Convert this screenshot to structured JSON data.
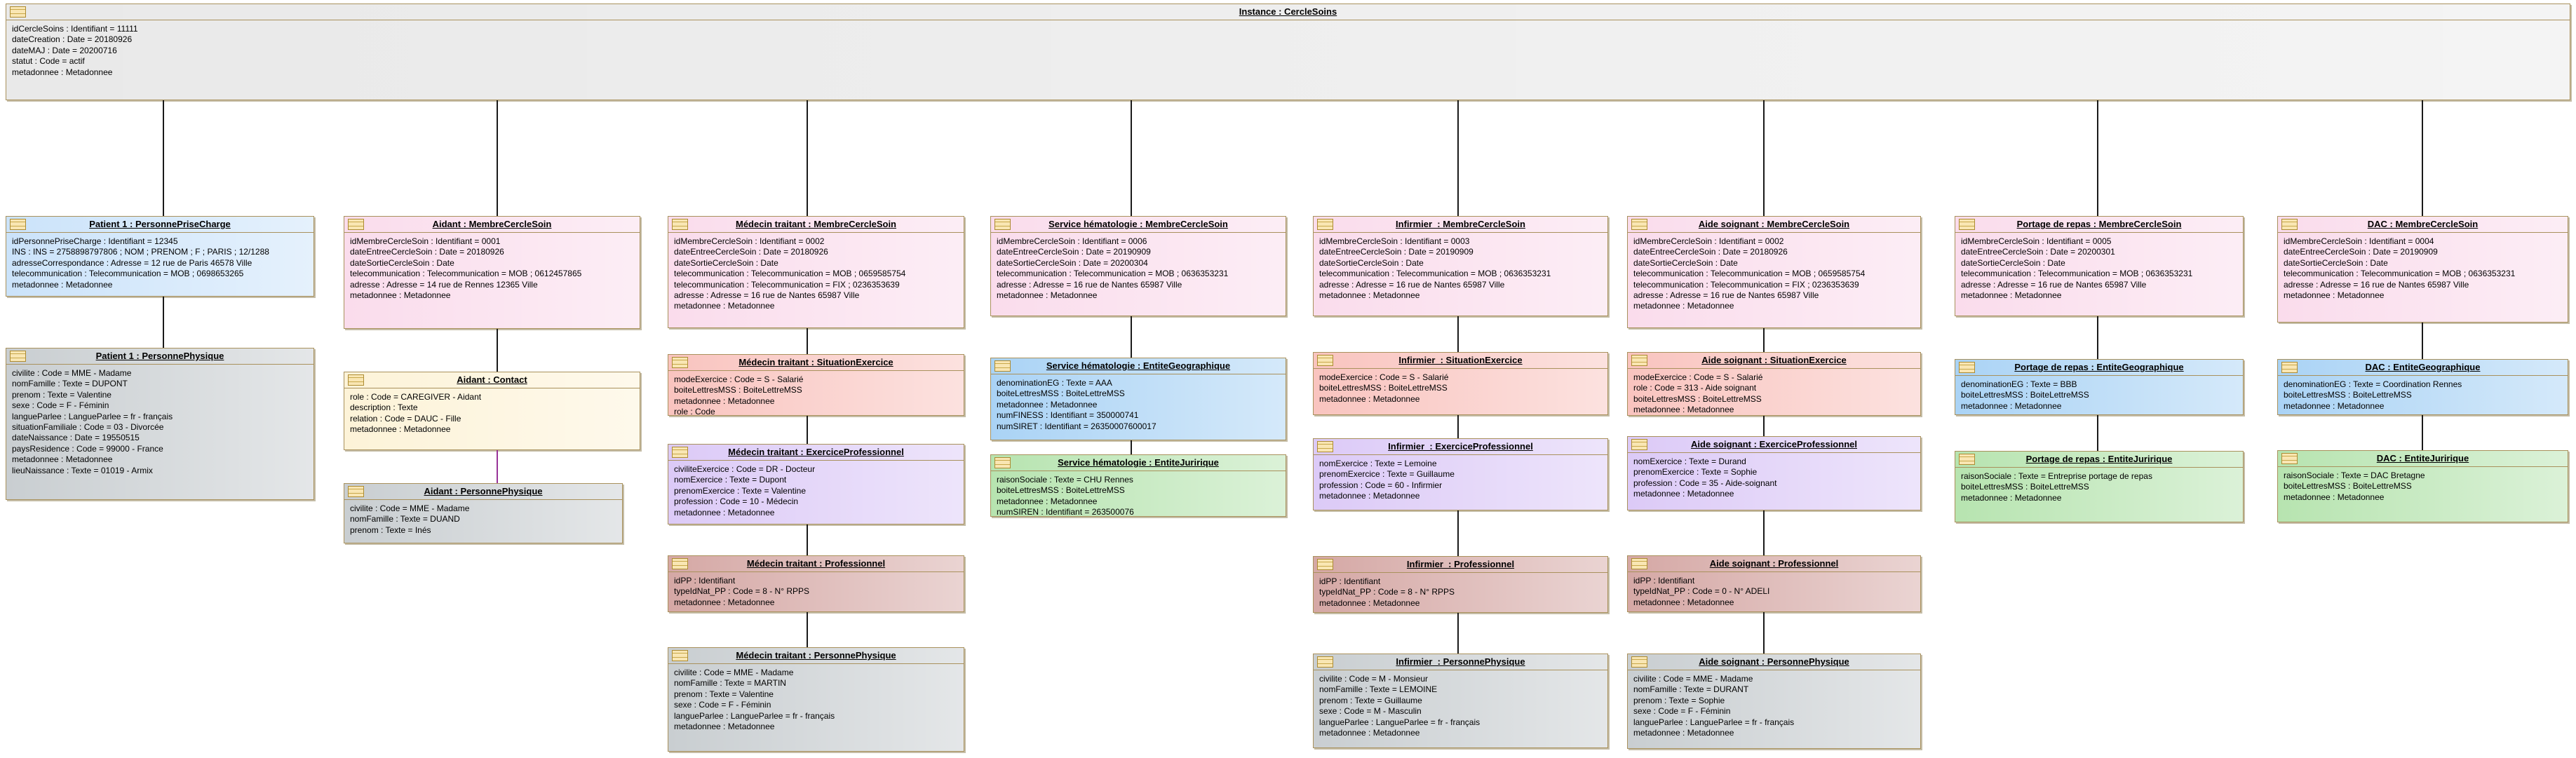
{
  "colors": {
    "canvas_bg": "#ffffff",
    "box_border": "#a9915c",
    "connector": "#1a1a1a",
    "connector_accent": "#993399",
    "icon_fill": "#f9e6b3",
    "icon_border": "#ad8c33",
    "fills": {
      "instance": "#e9e9e9",
      "membre": "#fadcec",
      "prisecharge": "#cbe3fa",
      "pphysique": "#c9ced1",
      "contact": "#fdf3d8",
      "situation": "#f9c4bf",
      "exercicepro": "#dccaf7",
      "professionnel": "#d5a8a5",
      "entitegeo": "#aad3f5",
      "entitejur": "#b7e4b0"
    }
  },
  "diagram": {
    "root": {
      "id": "instance-cerclesoins",
      "kind": "instance",
      "title": "Instance : CercleSoins",
      "attributes": [
        "idCercleSoins : Identifiant = 11111",
        "dateCreation : Date = 20180926",
        "dateMAJ : Date = 20200716",
        "statut : Code = actif",
        "metadonnee : Metadonnee"
      ]
    },
    "columns": [
      {
        "name": "patient",
        "boxes": [
          {
            "id": "patient1-personneprisecharge",
            "kind": "prisecharge",
            "title": "Patient 1 : PersonnePriseCharge",
            "attributes": [
              "idPersonnePriseCharge : Identifiant = 12345",
              "INS : INS = 2758898797806 ; NOM ; PRENOM ; F ; PARIS ; 12/1288",
              "adresseCorrespondance : Adresse = 12 rue de Paris 46578 Ville",
              "telecommunication : Telecommunication = MOB ; 0698653265",
              "metadonnee : Metadonnee"
            ]
          },
          {
            "id": "patient1-personnephysique",
            "kind": "pphysique",
            "title": "Patient 1 : PersonnePhysique",
            "attributes": [
              "civilite : Code = MME - Madame",
              "nomFamille : Texte = DUPONT",
              "prenom : Texte = Valentine",
              "sexe : Code = F - Féminin",
              "langueParlee : LangueParlee = fr - français",
              "situationFamiliale : Code = 03 - Divorcée",
              "dateNaissance : Date = 19550515",
              "paysResidence : Code = 99000 - France",
              "metadonnee : Metadonnee",
              "lieuNaissance : Texte = 01019 - Armix"
            ]
          }
        ]
      },
      {
        "name": "aidant",
        "boxes": [
          {
            "id": "aidant-membrecerclesoin",
            "kind": "membre",
            "title": "Aidant : MembreCercleSoin",
            "attributes": [
              "idMembreCercleSoin : Identifiant = 0001",
              "dateEntreeCercleSoin : Date = 20180926",
              "dateSortieCercleSoin : Date",
              "telecommunication : Telecommunication = MOB ; 0612457865",
              "adresse : Adresse = 14 rue de Rennes 12365 Ville",
              "metadonnee : Metadonnee"
            ]
          },
          {
            "id": "aidant-contact",
            "kind": "contact",
            "title": "Aidant : Contact",
            "attributes": [
              "role : Code = CAREGIVER - Aidant",
              "description : Texte",
              "relation : Code = DAUC - Fille",
              "metadonnee : Metadonnee"
            ]
          },
          {
            "id": "aidant-personnephysique",
            "kind": "pphysique",
            "title": "Aidant : PersonnePhysique",
            "attributes": [
              "civilite : Code = MME - Madame",
              "nomFamille : Texte = DUAND",
              "prenom : Texte = Inés"
            ]
          }
        ]
      },
      {
        "name": "medecin-traitant",
        "boxes": [
          {
            "id": "medecin-membrecerclesoin",
            "kind": "membre",
            "title": "Médecin traitant : MembreCercleSoin",
            "attributes": [
              "idMembreCercleSoin : Identifiant = 0002",
              "dateEntreeCercleSoin : Date = 20180926",
              "dateSortieCercleSoin : Date",
              "telecommunication : Telecommunication = MOB ; 0659585754",
              "telecommunication : Telecommunication = FIX ; 0236353639",
              "adresse : Adresse = 16 rue de Nantes 65987 Ville",
              "metadonnee : Metadonnee"
            ]
          },
          {
            "id": "medecin-situationexercice",
            "kind": "situation",
            "title": "Médecin traitant : SituationExercice",
            "attributes": [
              "modeExercice : Code = S - Salarié",
              "boiteLettresMSS : BoiteLettreMSS",
              "metadonnee : Metadonnee",
              "role : Code"
            ]
          },
          {
            "id": "medecin-exerciceprofessionnel",
            "kind": "exercicepro",
            "title": "Médecin traitant : ExerciceProfessionnel",
            "attributes": [
              "civiliteExercice : Code = DR - Docteur",
              "nomExercice : Texte = Dupont",
              "prenomExercice : Texte = Valentine",
              "profession : Code = 10 - Médecin",
              "metadonnee : Metadonnee"
            ]
          },
          {
            "id": "medecin-professionnel",
            "kind": "professionnel",
            "title": "Médecin traitant : Professionnel",
            "attributes": [
              "idPP : Identifiant",
              "typeIdNat_PP : Code = 8 - N° RPPS",
              "metadonnee : Metadonnee"
            ]
          },
          {
            "id": "medecin-personnephysique",
            "kind": "pphysique",
            "title": "Médecin traitant : PersonnePhysique",
            "attributes": [
              "civilite : Code = MME - Madame",
              "nomFamille : Texte = MARTIN",
              "prenom : Texte = Valentine",
              "sexe : Code = F - Féminin",
              "langueParlee : LangueParlee = fr - français",
              "metadonnee : Metadonnee"
            ]
          }
        ]
      },
      {
        "name": "service-hematologie",
        "boxes": [
          {
            "id": "service-hematologie-membrecerclesoin",
            "kind": "membre",
            "title": "Service hématologie : MembreCercleSoin",
            "attributes": [
              "idMembreCercleSoin : Identifiant = 0006",
              "dateEntreeCercleSoin : Date = 20190909",
              "dateSortieCercleSoin : Date = 20200304",
              "telecommunication : Telecommunication = MOB ; 0636353231",
              "adresse : Adresse = 16 rue de Nantes 65987 Ville",
              "metadonnee : Metadonnee"
            ]
          },
          {
            "id": "service-hematologie-entitegeographique",
            "kind": "entitegeo",
            "title": "Service hématologie : EntiteGeographique",
            "attributes": [
              "denominationEG : Texte = AAA",
              "boiteLettresMSS : BoiteLettreMSS",
              "metadonnee : Metadonnee",
              "numFINESS : Identifiant = 350000741",
              "numSIRET : Identifiant = 26350007600017"
            ]
          },
          {
            "id": "service-hematologie-entitejuririque",
            "kind": "entitejur",
            "title": "Service hématologie : EntiteJuririque",
            "attributes": [
              "raisonSociale : Texte = CHU Rennes",
              "boiteLettresMSS : BoiteLettreMSS",
              "metadonnee : Metadonnee",
              "numSIREN : Identifiant = 263500076"
            ]
          }
        ]
      },
      {
        "name": "infirmier",
        "boxes": [
          {
            "id": "infirmier-membrecerclesoin",
            "kind": "membre",
            "title": "Infirmier  : MembreCercleSoin",
            "attributes": [
              "idMembreCercleSoin : Identifiant = 0003",
              "dateEntreeCercleSoin : Date = 20190909",
              "dateSortieCercleSoin : Date",
              "telecommunication : Telecommunication = MOB ; 0636353231",
              "adresse : Adresse = 16 rue de Nantes 65987 Ville",
              "metadonnee : Metadonnee"
            ]
          },
          {
            "id": "infirmier-situationexercice",
            "kind": "situation",
            "title": "Infirmier  : SituationExercice",
            "attributes": [
              "modeExercice : Code = S - Salarié",
              "boiteLettresMSS : BoiteLettreMSS",
              "metadonnee : Metadonnee"
            ]
          },
          {
            "id": "infirmier-exerciceprofessionnel",
            "kind": "exercicepro",
            "title": "Infirmier  : ExerciceProfessionnel",
            "attributes": [
              "nomExercice : Texte = Lemoine",
              "prenomExercice : Texte = Guillaume",
              "profession : Code = 60 - Infirmier",
              "metadonnee : Metadonnee"
            ]
          },
          {
            "id": "infirmier-professionnel",
            "kind": "professionnel",
            "title": "Infirmier  : Professionnel",
            "attributes": [
              "idPP : Identifiant",
              "typeIdNat_PP : Code = 8 - N° RPPS",
              "metadonnee : Metadonnee"
            ]
          },
          {
            "id": "infirmier-personnephysique",
            "kind": "pphysique",
            "title": "Infirmier  : PersonnePhysique",
            "attributes": [
              "civilite : Code = M - Monsieur",
              "nomFamille : Texte = LEMOINE",
              "prenom : Texte = Guillaume",
              "sexe : Code = M - Masculin",
              "langueParlee : LangueParlee = fr - français",
              "metadonnee : Metadonnee"
            ]
          }
        ]
      },
      {
        "name": "aide-soignant",
        "boxes": [
          {
            "id": "aide-soignant-membrecerclesoin",
            "kind": "membre",
            "title": "Aide soignant : MembreCercleSoin",
            "attributes": [
              "idMembreCercleSoin : Identifiant = 0002",
              "dateEntreeCercleSoin : Date = 20180926",
              "dateSortieCercleSoin : Date",
              "telecommunication : Telecommunication = MOB ; 0659585754",
              "telecommunication : Telecommunication = FIX ; 0236353639",
              "adresse : Adresse = 16 rue de Nantes 65987 Ville",
              "metadonnee : Metadonnee"
            ]
          },
          {
            "id": "aide-soignant-situationexercice",
            "kind": "situation",
            "title": "Aide soignant : SituationExercice",
            "attributes": [
              "modeExercice : Code = S - Salarié",
              "role : Code = 313 - Aide soignant",
              "boiteLettresMSS : BoiteLettreMSS",
              "metadonnee : Metadonnee"
            ]
          },
          {
            "id": "aide-soignant-exerciceprofessionnel",
            "kind": "exercicepro",
            "title": "Aide soignant : ExerciceProfessionnel",
            "attributes": [
              "nomExercice : Texte = Durand",
              "prenomExercice : Texte = Sophie",
              "profession : Code = 35 - Aide-soignant",
              "metadonnee : Metadonnee"
            ]
          },
          {
            "id": "aide-soignant-professionnel",
            "kind": "professionnel",
            "title": "Aide soignant : Professionnel",
            "attributes": [
              "idPP : Identifiant",
              "typeIdNat_PP : Code = 0 - N° ADELI",
              "metadonnee : Metadonnee"
            ]
          },
          {
            "id": "aide-soignant-personnephysique",
            "kind": "pphysique",
            "title": "Aide soignant : PersonnePhysique",
            "attributes": [
              "civilite : Code = MME - Madame",
              "nomFamille : Texte = DURANT",
              "prenom : Texte = Sophie",
              "sexe : Code = F - Féminin",
              "langueParlee : LangueParlee = fr - français",
              "metadonnee : Metadonnee"
            ]
          }
        ]
      },
      {
        "name": "portage-de-repas",
        "boxes": [
          {
            "id": "portage-membrecerclesoin",
            "kind": "membre",
            "title": "Portage de repas : MembreCercleSoin",
            "attributes": [
              "idMembreCercleSoin : Identifiant = 0005",
              "dateEntreeCercleSoin : Date = 20200301",
              "dateSortieCercleSoin : Date",
              "telecommunication : Telecommunication = MOB ; 0636353231",
              "adresse : Adresse = 16 rue de Nantes 65987 Ville",
              "metadonnee : Metadonnee"
            ]
          },
          {
            "id": "portage-entitegeographique",
            "kind": "entitegeo",
            "title": "Portage de repas : EntiteGeographique",
            "attributes": [
              "denominationEG : Texte = BBB",
              "boiteLettresMSS : BoiteLettreMSS",
              "metadonnee : Metadonnee"
            ]
          },
          {
            "id": "portage-entitejuririque",
            "kind": "entitejur",
            "title": "Portage de repas : EntiteJuririque",
            "attributes": [
              "raisonSociale : Texte = Entreprise portage de repas",
              "boiteLettresMSS : BoiteLettreMSS",
              "metadonnee : Metadonnee"
            ]
          }
        ]
      },
      {
        "name": "dac",
        "boxes": [
          {
            "id": "dac-membrecerclesoin",
            "kind": "membre",
            "title": "DAC : MembreCercleSoin",
            "attributes": [
              "idMembreCercleSoin : Identifiant = 0004",
              "dateEntreeCercleSoin : Date = 20190909",
              "dateSortieCercleSoin : Date",
              "telecommunication : Telecommunication = MOB ; 0636353231",
              "adresse : Adresse = 16 rue de Nantes 65987 Ville",
              "metadonnee : Metadonnee"
            ]
          },
          {
            "id": "dac-entitegeographique",
            "kind": "entitegeo",
            "title": "DAC : EntiteGeographique",
            "attributes": [
              "denominationEG : Texte = Coordination Rennes",
              "boiteLettresMSS : BoiteLettreMSS",
              "metadonnee : Metadonnee"
            ]
          },
          {
            "id": "dac-entitejuririque",
            "kind": "entitejur",
            "title": "DAC : EntiteJuririque",
            "attributes": [
              "raisonSociale : Texte = DAC Bretagne",
              "boiteLettresMSS : BoiteLettreMSS",
              "metadonnee : Metadonnee"
            ]
          }
        ]
      }
    ]
  }
}
